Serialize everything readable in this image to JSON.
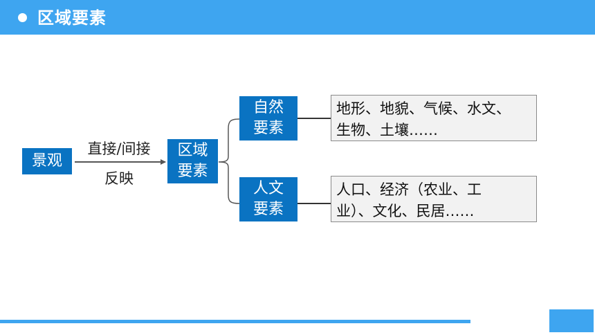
{
  "header": {
    "title": "区域要素"
  },
  "diagram": {
    "landscape": "景观",
    "arrow_label_top": "直接/间接",
    "arrow_label_bottom": "反映",
    "region": {
      "line1": "区域",
      "line2": "要素"
    },
    "natural": {
      "line1": "自然",
      "line2": "要素",
      "desc_line1": "地形、地貌、气候、水文、",
      "desc_line2": "生物、土壤……"
    },
    "human": {
      "line1": "人文",
      "line2": "要素",
      "desc_line1": "人口、经济（农业、工",
      "desc_line2": "业）、文化、民居……"
    }
  },
  "colors": {
    "header": "#3ea5f0",
    "box_fill": "#0a73c2",
    "desc_fill": "#f2f2f2",
    "desc_border": "#8a8a8a",
    "connector": "#555555"
  }
}
